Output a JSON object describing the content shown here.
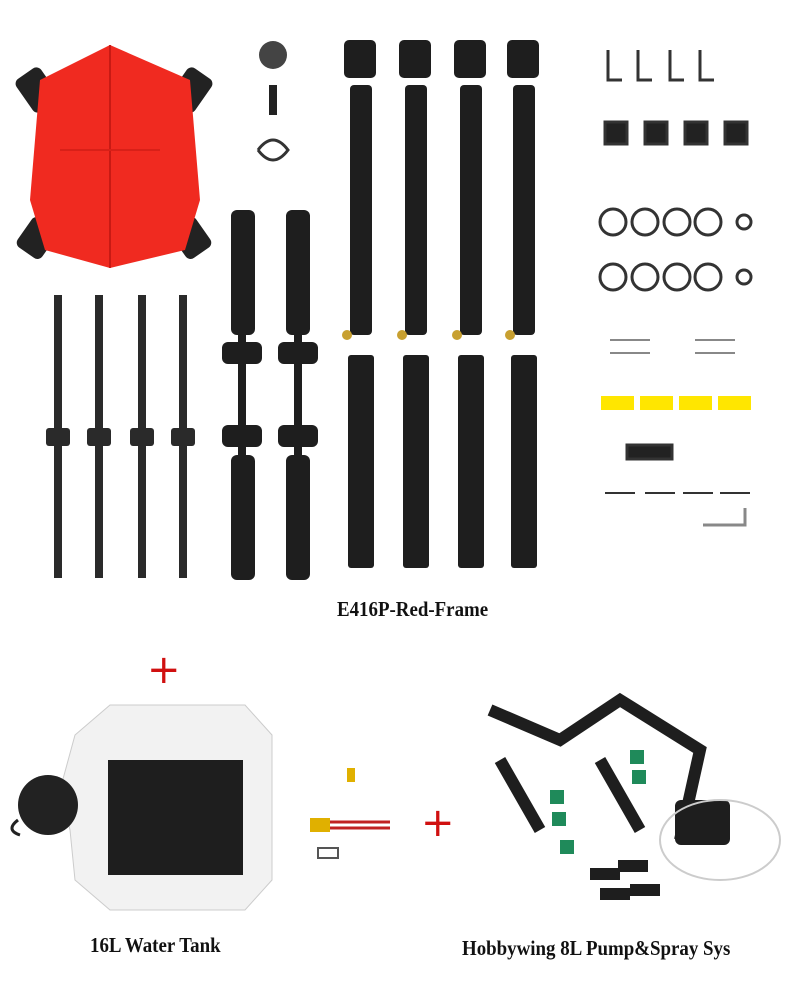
{
  "frame_caption": "E416P-Red-Frame",
  "plus_sign": "+",
  "tank_caption": "16L Water Tank",
  "spray_caption": "Hobbywing 8L Pump&Spray Sys",
  "colors": {
    "shell": "#f02a20",
    "carbon": "#1e1e1e",
    "plus": "#d01010",
    "label": "#ffe600",
    "nozzle": "#1f8a5a"
  }
}
